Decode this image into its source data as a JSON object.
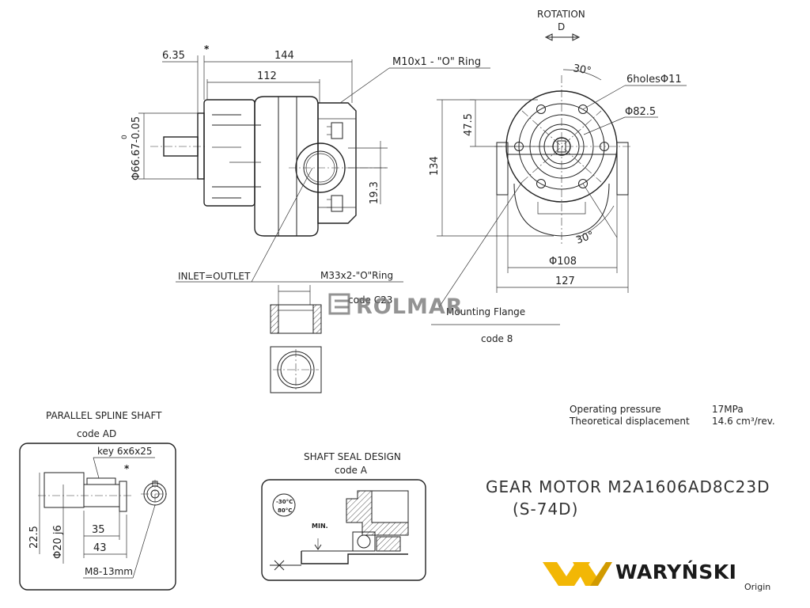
{
  "top_view": {
    "rotation_label": "ROTATION",
    "rotation_code": "D",
    "dim_635": "6.35",
    "dim_144": "144",
    "dim_112": "112",
    "o_ring_label": "M10x1 - \"O\" Ring",
    "dia_shaft": "Φ66.67-0.05",
    "dia_shaft_tol_upper": "0",
    "dim_193": "19.3",
    "inlet_outlet_label": "INLET=OUTLET",
    "port_label": "M33x2-\"O\"Ring",
    "port_code": "code C23"
  },
  "flange_view": {
    "angle_top": "30°",
    "angle_bottom": "30°",
    "holes_label": "6holesΦ11",
    "dia_825": "Φ82.5",
    "dim_475": "47.5",
    "dim_134": "134",
    "dia_108": "Φ108",
    "dim_127": "127",
    "mounting_label": "Mounting Flange",
    "mounting_code": "code 8"
  },
  "watermark": "ROLMAR",
  "shaft": {
    "title": "PARALLEL SPLINE SHAFT",
    "code": "code AD",
    "key_label": "key 6x6x25",
    "dim_225": "22.5",
    "dia_20": "Φ20 j6",
    "dim_35": "35",
    "dim_43": "43",
    "thread": "M8-13mm"
  },
  "seal": {
    "title": "SHAFT SEAL DESIGN",
    "code": "code A",
    "temp_low": "-30°C",
    "temp_high": "80°C",
    "min_label": "MIN."
  },
  "specs": {
    "pressure_label": "Operating pressure",
    "pressure_value": "17MPa",
    "displacement_label": "Theoretical displacement",
    "displacement_value": "14.6 cm³/rev."
  },
  "product": {
    "title": "GEAR MOTOR  M2A1606AD8C23D",
    "subtitle": "(S-74D)"
  },
  "brand": {
    "name": "WARYŃSKI",
    "tagline": "Origin",
    "color_yellow": "#f2b705",
    "color_dark": "#1a1a1a"
  }
}
